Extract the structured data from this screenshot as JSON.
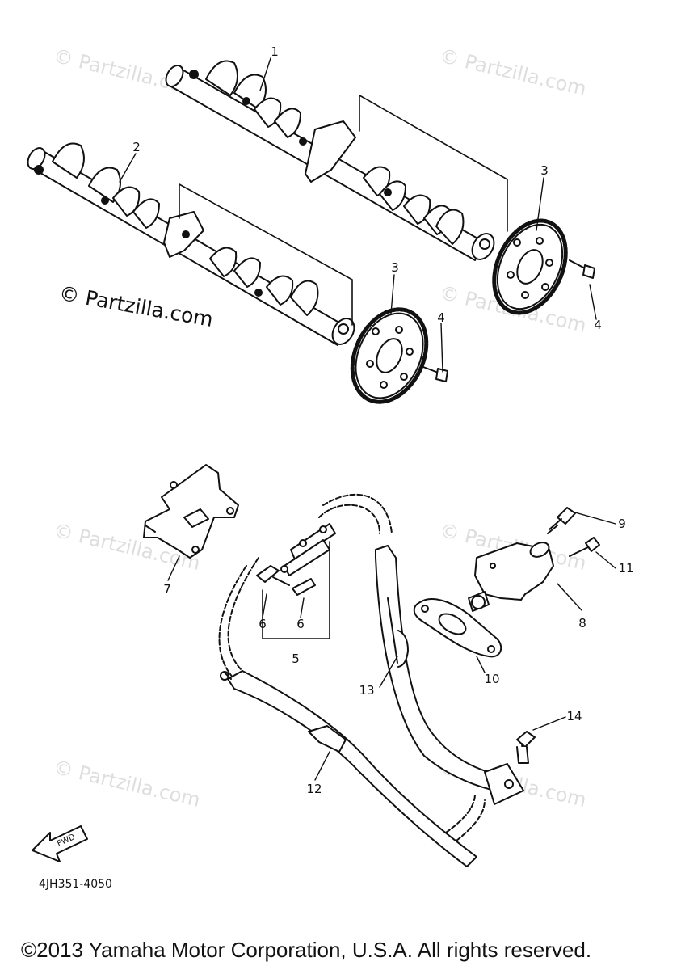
{
  "watermark": {
    "repeated": "© Partzilla.com",
    "main": "© Partzilla.com"
  },
  "callouts": [
    "1",
    "2",
    "3",
    "3",
    "4",
    "4",
    "5",
    "6",
    "6",
    "7",
    "8",
    "9",
    "10",
    "11",
    "12",
    "13",
    "14"
  ],
  "direction_arrow": "FWD",
  "diagram_code": "4JH351-4050",
  "copyright": "©2013 Yamaha Motor Corporation, U.S.A. All rights reserved."
}
